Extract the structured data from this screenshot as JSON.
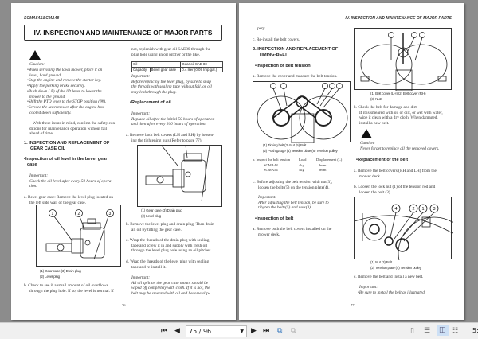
{
  "left_page": {
    "header": "SCMA54&SCMA48",
    "title": "IV. INSPECTION AND MAINTENANCE OF MAJOR PARTS",
    "caution_label": "Caution:",
    "caution_lines": [
      "•When servicing the lawn mower, place it on",
      "level, hard ground.",
      "•Stop the engine and remove the starter key.",
      "•Apply the parking brake securely.",
      "•Push down (⇓) of the lift lever to lower the",
      "mower to the ground.",
      "•Shift the PTO lever to the STOP position (Ⓦ).",
      "•Service the lawn mower after the engine has",
      "cooled down sufficiently."
    ],
    "intro": [
      "With these items in mind, confirm the safety con-",
      "ditions for maintenance operation without fail",
      "ahead of time."
    ],
    "section1": [
      "1. INSPECTION AND REPLACEMENT OF",
      "GEAR CASE OIL"
    ],
    "sub1": [
      "•Inspection of oil level in the bevel gear",
      "case"
    ],
    "important1_label": "Important:",
    "important1": [
      "Check the oil level after every 50 hours of opera-",
      "tion."
    ],
    "step_a": [
      "a. Bevel gear case: Remove the level plug located on",
      "the left side wall of the gear case."
    ],
    "fig1_caption": [
      "(1) Gear case  (3) Drain plug",
      "(2) Level plug"
    ],
    "step_b": [
      "b. Check to see if a small amount of oil overflows",
      "through the plug hole. If so, the level is normal. If"
    ],
    "col2_top": [
      "not, replenish with gear oil SAE80 through the",
      "plug hole using an oil pitcher or the like."
    ],
    "oil_table": [
      [
        "Oil",
        "",
        "Gear oil SAE 80"
      ],
      [
        "Capacity",
        "Bevel gear case",
        "0.4 liter (0.09 Imp.gal.)"
      ]
    ],
    "important2_label": "Important:",
    "important2": [
      "Before replacing the level plug, by sure to snap",
      "the threads with sealing tape without fail, or oil",
      "may leak through the plug."
    ],
    "sub2": "•Replacement of oil",
    "important3_label": "Important:",
    "important3": [
      "Replace oil after the initial 50 hours of operation",
      "and then after every 200 hours of operation."
    ],
    "step2_a": [
      "a. Remove both belt covers (LH and RH) by loosen-",
      "ing the tightening nuts (Refer to page 77)."
    ],
    "fig2_caption": [
      "(1) Gear case        (3) Drain plug",
      "(2) Level plug"
    ],
    "step2_b": [
      "b. Remove the level plug and drain plug. Then drain",
      "all oil by tilting the gear case."
    ],
    "step2_c": [
      "c. Wrap the threads of the drain plug with sealing",
      "tape and screw it in and supply with fresh oil",
      "through the level plug hole using an oil pitcher."
    ],
    "step2_d": [
      "d. Wrap the threads of the level plug with sealing",
      "tape and re-install it."
    ],
    "important4_label": "Important:",
    "important4": [
      "All oil spilt on the gear case mount should be",
      "wiped off completely with cloth. If it is not, the",
      "belt may be smeared with oil and become slip-"
    ],
    "page_number": "76"
  },
  "right_page": {
    "header": "IV. INSPECTION AND MAINTENANCE OF MAJOR PARTS",
    "cont": "pery.",
    "step_c": "c. Re-install the belt covers.",
    "section2": [
      "2. INSPECTION AND REPLACEMENT OF",
      "TIMING-BELT"
    ],
    "sub1": "•Inspection of belt tension",
    "step_a": "a. Remove the cover and measure the belt tension.",
    "fig1_caption": [
      "(1) Timing belt  (3) Nut            (5) Bolt",
      "(2) Push gauge  (4) Tension plate  (6) Tension pulley"
    ],
    "tension_table": {
      "label": "b. Inspect the belt tension",
      "headers": [
        "Load",
        "Displacement (L)"
      ],
      "rows": [
        [
          "SCMA48",
          "4kg",
          "8mm"
        ],
        [
          "SCMA54",
          "4kg",
          "9mm"
        ]
      ]
    },
    "step_c2": [
      "c. Before adjusting the belt tension with nut(3),",
      "loosen the bolts(5) on the tension plate(4)."
    ],
    "important1_label": "Important:",
    "important1": [
      "After adjusting the belt tension, be sure to",
      "tihgten the bolts(5) and nuts(3)."
    ],
    "sub2": "•Inspection of belt",
    "step2_a": [
      "a. Remove both the belt covers installed on the",
      "mower deck."
    ],
    "fig2_caption": [
      "(1) Belt cover (LH)    (2) Belt cover (RH)",
      "(3) Nuts"
    ],
    "step2_b": [
      "b. Check the belt for damage and dirt.",
      "If it is smeared with oil or dirt, or wet with water,",
      "wipe it clean with a dry cloth. When damaged,",
      "install a new belt."
    ],
    "caution_label": "Caution:",
    "caution": "Never forget to replace all the removed covers.",
    "sub3": "•Replacement of the belt",
    "step3_a": [
      "a. Remove the belt covers (RH and LH) from the",
      "mower deck."
    ],
    "step3_b": [
      "b. Loosen the lock nut (1) of the tension rod and",
      "loosen the bolt (3)"
    ],
    "fig3_caption": [
      "(1) Nut                 (3) Bolt",
      "(2) Tension plate    (4) Tension pulley"
    ],
    "step3_c": "c. Remove the belt and install a new belt.",
    "important2_label": "Important:",
    "important2": "•Be sure to install the belt as illustrated.",
    "page_number": "77"
  },
  "toolbar": {
    "page_field": "75 / 96",
    "zoom_partial": "5:"
  }
}
